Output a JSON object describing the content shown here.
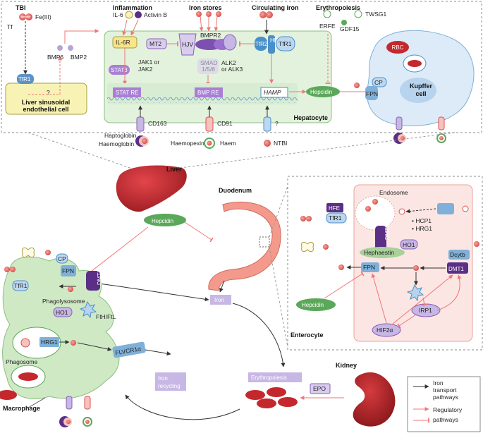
{
  "top": {
    "headers": {
      "tbi": "TBI",
      "inflammation": "Inflammation",
      "iron_stores": "Iron stores",
      "circulating_iron": "Circulating iron",
      "erythropoiesis": "Erythropoiesis"
    },
    "labels": {
      "fe3": "Fe(III)",
      "tf": "Tf",
      "il6": "IL-6",
      "activin": "Activin B",
      "bmp6": "BMP6",
      "bmp2": "BMP2",
      "il6r": "IL-6R",
      "jak": "JAK1 or\nJAK2",
      "stat3": "STAT3",
      "mt2": "MT2",
      "hjv": "HJV",
      "bmpr2": "BMPR2",
      "smad": "SMAD\n1/5/8",
      "alk": "ALK2\nor ALK3",
      "tfr2": "TfR2",
      "hfe": "HFE",
      "tfr1": "TfR1",
      "erfe": "ERFE",
      "twsg1": "TWSG1",
      "gdf15": "GDF15",
      "question": "?",
      "lsec": "Liver sinusoidal\nendothelial cell",
      "stat_re": "STAT RE",
      "bmp_re": "BMP RE",
      "hamp": "HAMP",
      "hepcidin": "Hepcidin",
      "hepatocyte": "Hepatocyte",
      "cd163": "CD163",
      "cd91": "CD91",
      "haptoglobin": "Haptoglobin",
      "haemoglobin": "Haemoglobin",
      "haemopexin": "Haemopexin",
      "haem": "Haem",
      "ntbi": "NTBI",
      "rbc": "RBC",
      "cp": "CP",
      "fpn": "FPN",
      "kupffer": "Kupffer\ncell"
    }
  },
  "middle": {
    "liver": "Liver",
    "hepcidin": "Hepcidin",
    "duodenum": "Duodenum",
    "iron": "Iron",
    "erythropoiesis": "Erythropoiesis",
    "kidney": "Kidney",
    "epo": "EPO"
  },
  "macrophage": {
    "tfr1": "TfR1",
    "cp": "CP",
    "fpn": "FPN",
    "dmt1": "DMT1",
    "phagolysosome": "Phagolysosome",
    "ho1": "HO1",
    "fth": "FtH/FtL",
    "hrg1": "HRG1",
    "flvcr": "FLVCR1α",
    "phagosome": "Phagosome",
    "recycling": "Iron\nrecycling",
    "macrophage": "Macrophage"
  },
  "enterocyte": {
    "hfe": "HFE",
    "tfr1": "TfR1",
    "endosome": "Endosome",
    "hcp1": "• HCP1",
    "hrg1": "• HRG1",
    "dmt1": "DMT1",
    "ho1": "HO1",
    "hephaestin": "Hephaestin",
    "dcytb": "Dcytb",
    "fpn": "FPN",
    "dmt1b": "DMT1",
    "hepcidin": "Hepcidin",
    "irp1": "IRP1",
    "hif2a": "HIF2α",
    "enterocyte": "Enterocyte"
  },
  "legend": {
    "iron_transport": "Iron\ntransport\npathways",
    "regulatory": "Regulatory\npathways"
  },
  "colors": {
    "hepatocyte_fill": "#e3f2dc",
    "kupffer_fill": "#dcebf7",
    "enterocyte_fill": "#fbe6e3",
    "macrophage_fill": "#cfe9c5",
    "purple": "#8a5fb8",
    "dark_purple": "#5b2f86",
    "blue": "#4a90c8",
    "green": "#5ba85a",
    "red_iron": "#d9534f",
    "reg_red": "#f08080"
  }
}
